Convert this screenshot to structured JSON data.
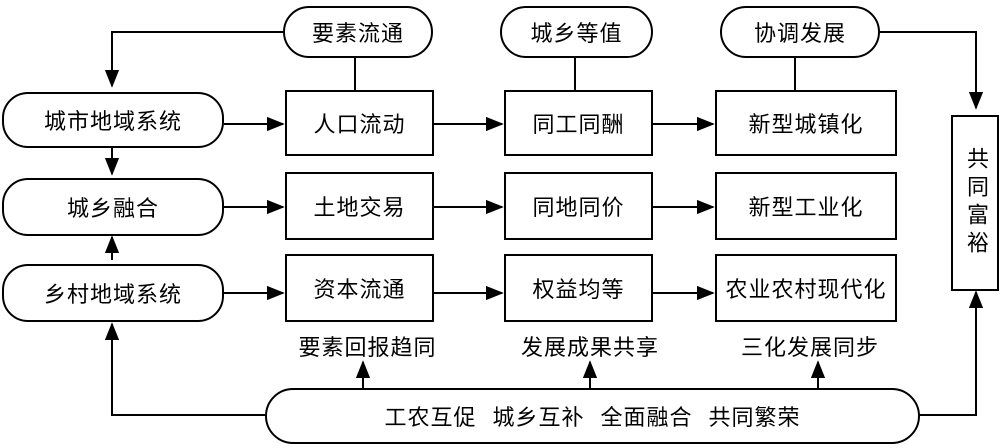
{
  "top_principles": [
    "要素流通",
    "城乡等值",
    "协调发展"
  ],
  "left_systems": [
    "城市地域系统",
    "城乡融合",
    "乡村地域系统"
  ],
  "column1": [
    "人口流动",
    "土地交易",
    "资本流通"
  ],
  "column2": [
    "同工同酬",
    "同地同价",
    "权益均等"
  ],
  "column3": [
    "新型城镇化",
    "新型工业化",
    "农业农村现代化"
  ],
  "captions": [
    "要素回报趋同",
    "发展成果共享",
    "三化发展同步"
  ],
  "bottom_slogan": "工农互促  城乡互补  全面融合  共同繁荣",
  "goal": "共同富裕"
}
